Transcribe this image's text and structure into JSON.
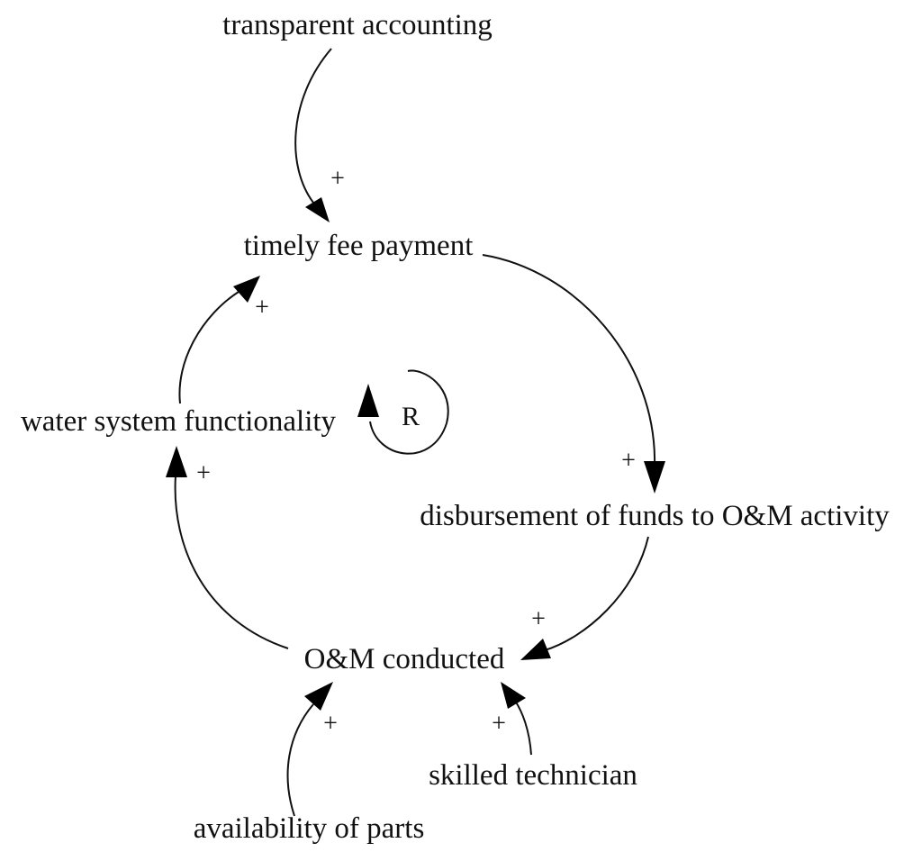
{
  "nodes": {
    "transparent_accounting": "transparent accounting",
    "timely_fee_payment": "timely fee payment",
    "water_system_functionality": "water system functionality",
    "disbursement_of_funds": "disbursement of funds to O&M activity",
    "om_conducted": "O&M conducted",
    "skilled_technician": "skilled technician",
    "availability_of_parts": "availability of parts"
  },
  "links": [
    {
      "id": "accounting_to_payment",
      "from": "transparent accounting",
      "to": "timely fee payment",
      "polarity": "+"
    },
    {
      "id": "payment_to_disbursement",
      "from": "timely fee payment",
      "to": "disbursement of funds to O&M activity",
      "polarity": "+"
    },
    {
      "id": "disbursement_to_om",
      "from": "disbursement of funds to O&M activity",
      "to": "O&M conducted",
      "polarity": "+"
    },
    {
      "id": "om_to_functionality",
      "from": "O&M conducted",
      "to": "water system functionality",
      "polarity": "+"
    },
    {
      "id": "functionality_to_payment",
      "from": "water system functionality",
      "to": "timely fee payment",
      "polarity": "+"
    },
    {
      "id": "parts_to_om",
      "from": "availability of parts",
      "to": "O&M conducted",
      "polarity": "+"
    },
    {
      "id": "technician_to_om",
      "from": "skilled technician",
      "to": "O&M conducted",
      "polarity": "+"
    }
  ],
  "loop": {
    "label": "R",
    "type": "reinforcing"
  },
  "colors": {
    "ink": "#111111",
    "background": "#ffffff"
  }
}
